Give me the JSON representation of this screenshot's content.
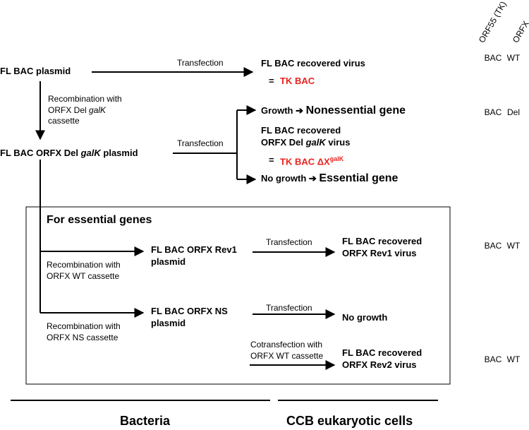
{
  "columns": {
    "orf55": "ORF55 (TK)",
    "orfx": "ORFX"
  },
  "rows": [
    {
      "orf55": "BAC",
      "orfx": "WT"
    },
    {
      "orf55": "BAC",
      "orfx": "Del"
    },
    {
      "orf55": "BAC",
      "orfx": "WT"
    },
    {
      "orf55": "BAC",
      "orfx": "WT"
    }
  ],
  "step1": {
    "source": "FL BAC plasmid",
    "arrow_label": "Transfection",
    "result": "FL BAC recovered virus",
    "eq": "=",
    "result_name": "TK BAC"
  },
  "recomb1": [
    "Recombination with",
    "ORFX Del ",
    "galK",
    "cassette"
  ],
  "step2": {
    "source_pre": "FL BAC ORFX Del ",
    "source_italic": "galK",
    "source_post": " plasmid",
    "arrow_label": "Transfection",
    "growth_pre": "Growth ➔ ",
    "growth_big": "Nonessential gene",
    "result_l1": "FL BAC recovered",
    "result_l2_pre": "ORFX Del ",
    "result_l2_italic": "galK",
    "result_l2_post": " virus",
    "eq": "=",
    "result_name": "TK BAC ΔX",
    "result_sup": "galK",
    "nogrowth_pre": "No growth ➔ ",
    "nogrowth_big": "Essential gene"
  },
  "essential": {
    "title": "For essential genes",
    "rev1_l1": "FL BAC ORFX Rev1",
    "rev1_l2": "plasmid",
    "recomb_wt_l1": "Recombination with",
    "recomb_wt_l2": "ORFX WT cassette",
    "rev1_arrow": "Transfection",
    "rev1_res_l1": "FL BAC recovered",
    "rev1_res_l2": "ORFX Rev1 virus",
    "ns_l1": "FL BAC ORFX NS",
    "ns_l2": "plasmid",
    "recomb_ns_l1": "Recombination with",
    "recomb_ns_l2": "ORFX NS cassette",
    "ns_arrow": "Transfection",
    "ns_res": "No growth",
    "cotrans_l1": "Cotransfection with",
    "cotrans_l2": "ORFX WT cassette",
    "rev2_res_l1": "FL BAC recovered",
    "rev2_res_l2": "ORFX Rev2 virus"
  },
  "footer": {
    "left": "Bacteria",
    "right": "CCB eukaryotic cells"
  }
}
